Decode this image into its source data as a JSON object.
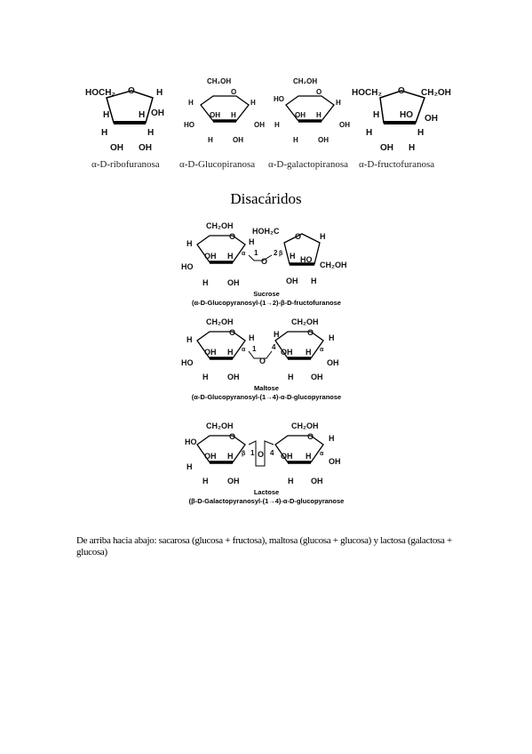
{
  "top_row": {
    "structures": [
      {
        "name": "α-D-ribofuranosa"
      },
      {
        "name": "α-D-Glucopiranosa"
      },
      {
        "name": "α-D-galactopiranosa"
      },
      {
        "name": "α-D-fructofuranosa"
      }
    ]
  },
  "heading": "Disacáridos",
  "disaccharides": [
    {
      "name": "Sucrose",
      "systematic": "(α-D-Glucopyranosyl-(1→2)-β-D-fructofuranose"
    },
    {
      "name": "Maltose",
      "systematic": "(α-D-Glucopyranosyl-(1→4)-α-D-glucopyranose"
    },
    {
      "name": "Lactose",
      "systematic": "(β-D-Galactopyranosyl-(1→4)-α-D-glucopyranose"
    }
  ],
  "atom_labels": {
    "H": "H",
    "OH": "OH",
    "O": "O",
    "HO": "HO",
    "CH2OH": "CH₂OH",
    "HOCH2": "HOCH₂",
    "HOH2C": "HOH₂C",
    "n1": "1",
    "n2": "2",
    "n4": "4",
    "alpha": "α",
    "beta": "β"
  },
  "caption": {
    "text": "De arriba hacia abajo: sacarosa (glucosa + fructosa), maltosa (glucosa + glucosa) y lactosa (galactosa + glucosa)"
  }
}
